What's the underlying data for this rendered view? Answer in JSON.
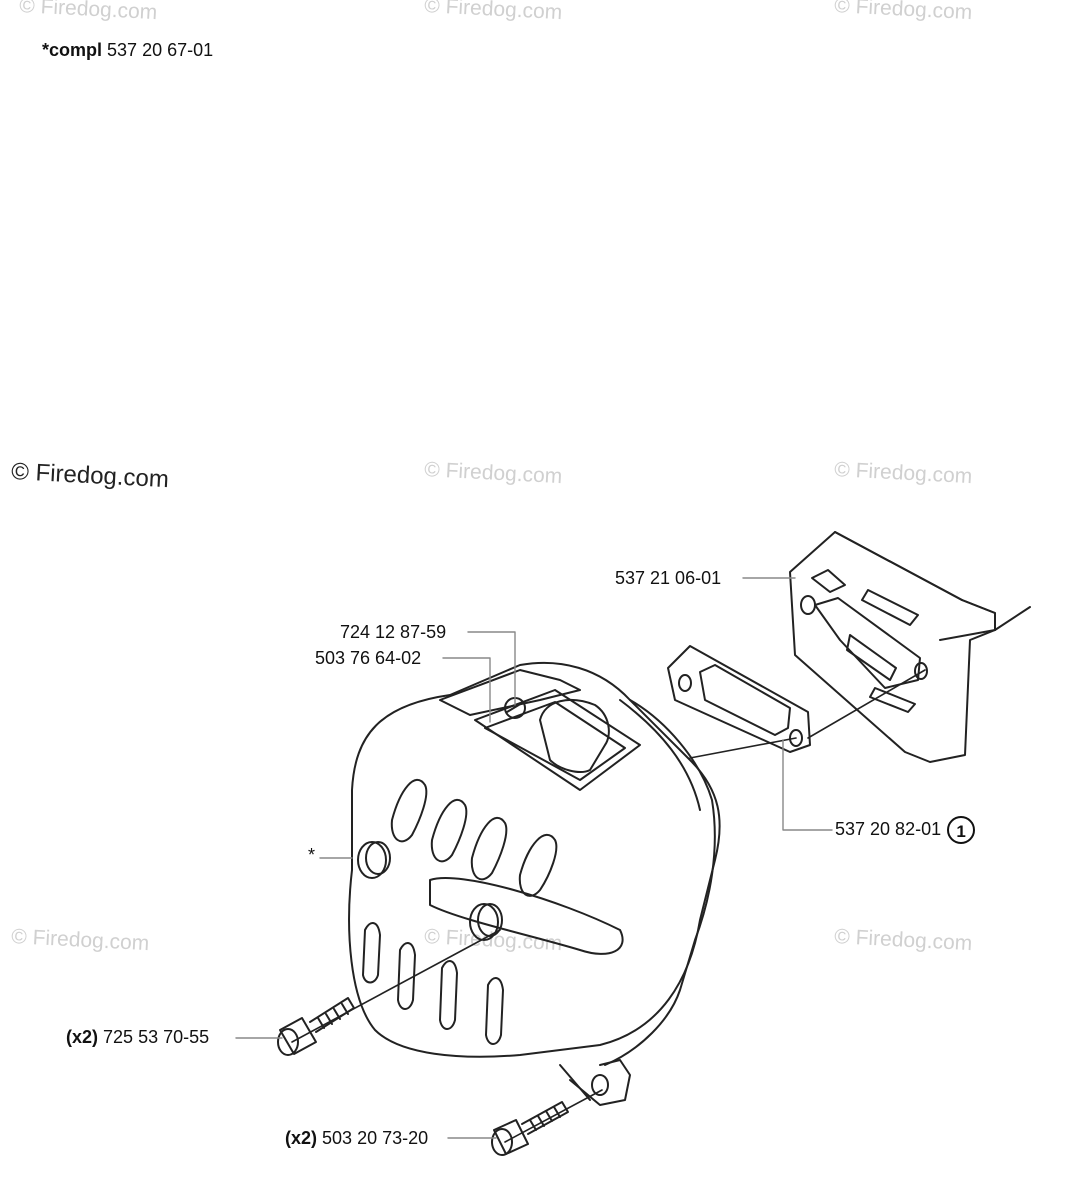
{
  "header": {
    "compl_prefix": "*compl",
    "compl_part": "537 20 67-01"
  },
  "watermarks": {
    "text": "© Firedog.com"
  },
  "callouts": [
    {
      "id": "heat-shield",
      "part": "537 21 06-01",
      "qty": ""
    },
    {
      "id": "screw-top",
      "part": "724 12 87-59",
      "qty": ""
    },
    {
      "id": "washer-top",
      "part": "503 76 64-02",
      "qty": ""
    },
    {
      "id": "muffler",
      "part": "*",
      "qty": ""
    },
    {
      "id": "gasket",
      "part": "537 20 82-01",
      "qty": "",
      "ref": "1"
    },
    {
      "id": "bolt-1",
      "part": "725 53 70-55",
      "qty": "(x2)"
    },
    {
      "id": "bolt-2",
      "part": "503 20 73-20",
      "qty": "(x2)"
    }
  ]
}
